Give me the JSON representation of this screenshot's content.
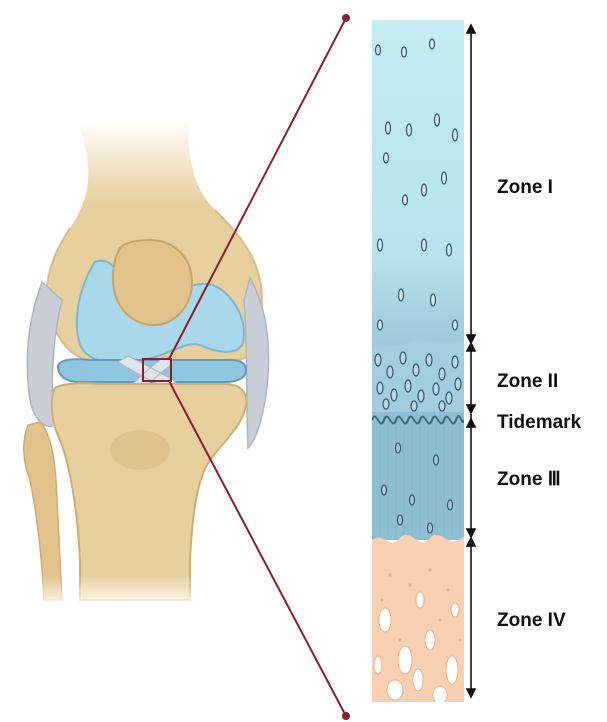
{
  "labels": {
    "zone1": "Zone I",
    "zone2": "Zone II",
    "tidemark": "Tidemark",
    "zone3": "Zone Ⅲ",
    "zone4": "Zone IV"
  },
  "colors": {
    "bone": "#e8cf9e",
    "bone_shadow": "#d4b37a",
    "cartilage_blue": "#a9d8ea",
    "meniscus": "#8ec6e0",
    "ligament": "#c9ced6",
    "zone1": "#bfe9ef",
    "zone2": "#a6d3e1",
    "zone3": "#93c1d4",
    "zone4": "#f8cfb0",
    "callout": "#8b1e2c",
    "cell": "#34576e"
  }
}
